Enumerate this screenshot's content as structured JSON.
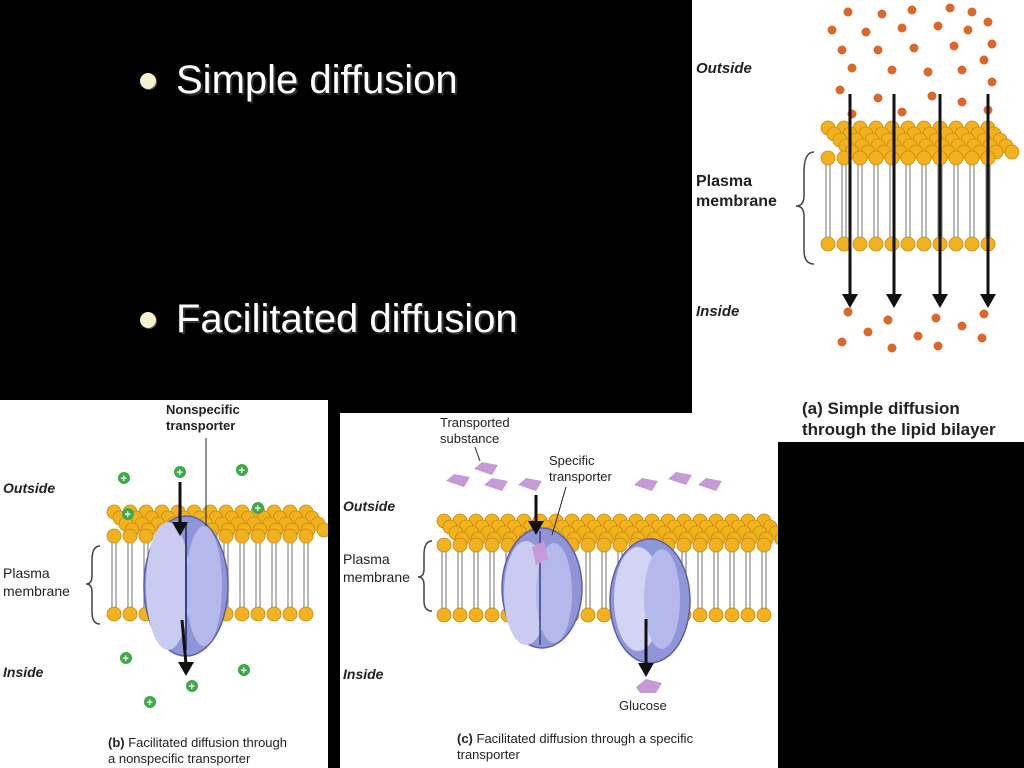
{
  "bullets": {
    "simple": "Simple diffusion",
    "facilitated": "Facilitated diffusion"
  },
  "panel_a": {
    "outside": "Outside",
    "membrane_line1": "Plasma",
    "membrane_line2": "membrane",
    "inside": "Inside",
    "caption_prefix": "(a)",
    "caption_line1": "Simple diffusion",
    "caption_line2": "through the lipid bilayer"
  },
  "panel_b": {
    "transporter_line1": "Nonspecific",
    "transporter_line2": "transporter",
    "outside": "Outside",
    "membrane_line1": "Plasma",
    "membrane_line2": "membrane",
    "inside": "Inside",
    "caption_prefix": "(b)",
    "caption_line1": "Facilitated diffusion through",
    "caption_line2": "a nonspecific transporter"
  },
  "panel_c": {
    "substance_line1": "Transported",
    "substance_line2": "substance",
    "transporter_line1": "Specific",
    "transporter_line2": "transporter",
    "outside": "Outside",
    "membrane_line1": "Plasma",
    "membrane_line2": "membrane",
    "inside": "Inside",
    "glucose": "Glucose",
    "caption_prefix": "(c)",
    "caption_line1": "Facilitated diffusion through a specific",
    "caption_line2": "transporter"
  },
  "colors": {
    "lipid_head": "#f2b21f",
    "lipid_tail": "#8a8a8a",
    "molecule": "#d9692a",
    "protein": "#8f95d6",
    "glucose": "#c59bd6",
    "ion": "#3ea84a"
  }
}
